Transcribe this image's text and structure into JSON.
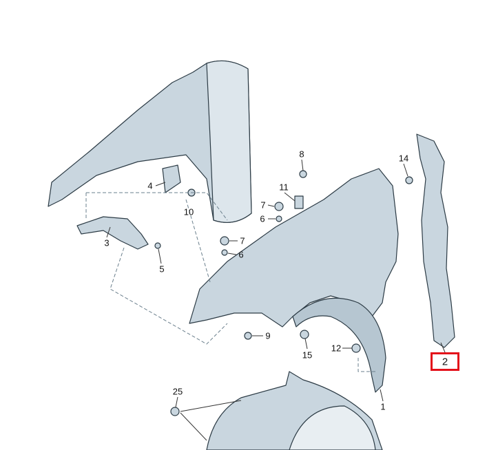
{
  "diagram": {
    "callouts": [
      {
        "id": "c8",
        "text": "8"
      },
      {
        "id": "c14",
        "text": "14"
      },
      {
        "id": "c4",
        "text": "4"
      },
      {
        "id": "c11",
        "text": "11"
      },
      {
        "id": "c10",
        "text": "10"
      },
      {
        "id": "c7a",
        "text": "7"
      },
      {
        "id": "c6a",
        "text": "6"
      },
      {
        "id": "c3",
        "text": "3"
      },
      {
        "id": "c7b",
        "text": "7"
      },
      {
        "id": "c6b",
        "text": "6"
      },
      {
        "id": "c5",
        "text": "5"
      },
      {
        "id": "c9",
        "text": "9"
      },
      {
        "id": "c15",
        "text": "15"
      },
      {
        "id": "c12",
        "text": "12"
      },
      {
        "id": "c2",
        "text": "2"
      },
      {
        "id": "c1",
        "text": "1"
      },
      {
        "id": "c25",
        "text": "25"
      }
    ],
    "highlighted_callout": "2",
    "colors": {
      "part_fill": "#c9d6df",
      "part_stroke": "#2b3a44",
      "highlight": "#e3101a",
      "leader": "#6a7f8c"
    }
  }
}
